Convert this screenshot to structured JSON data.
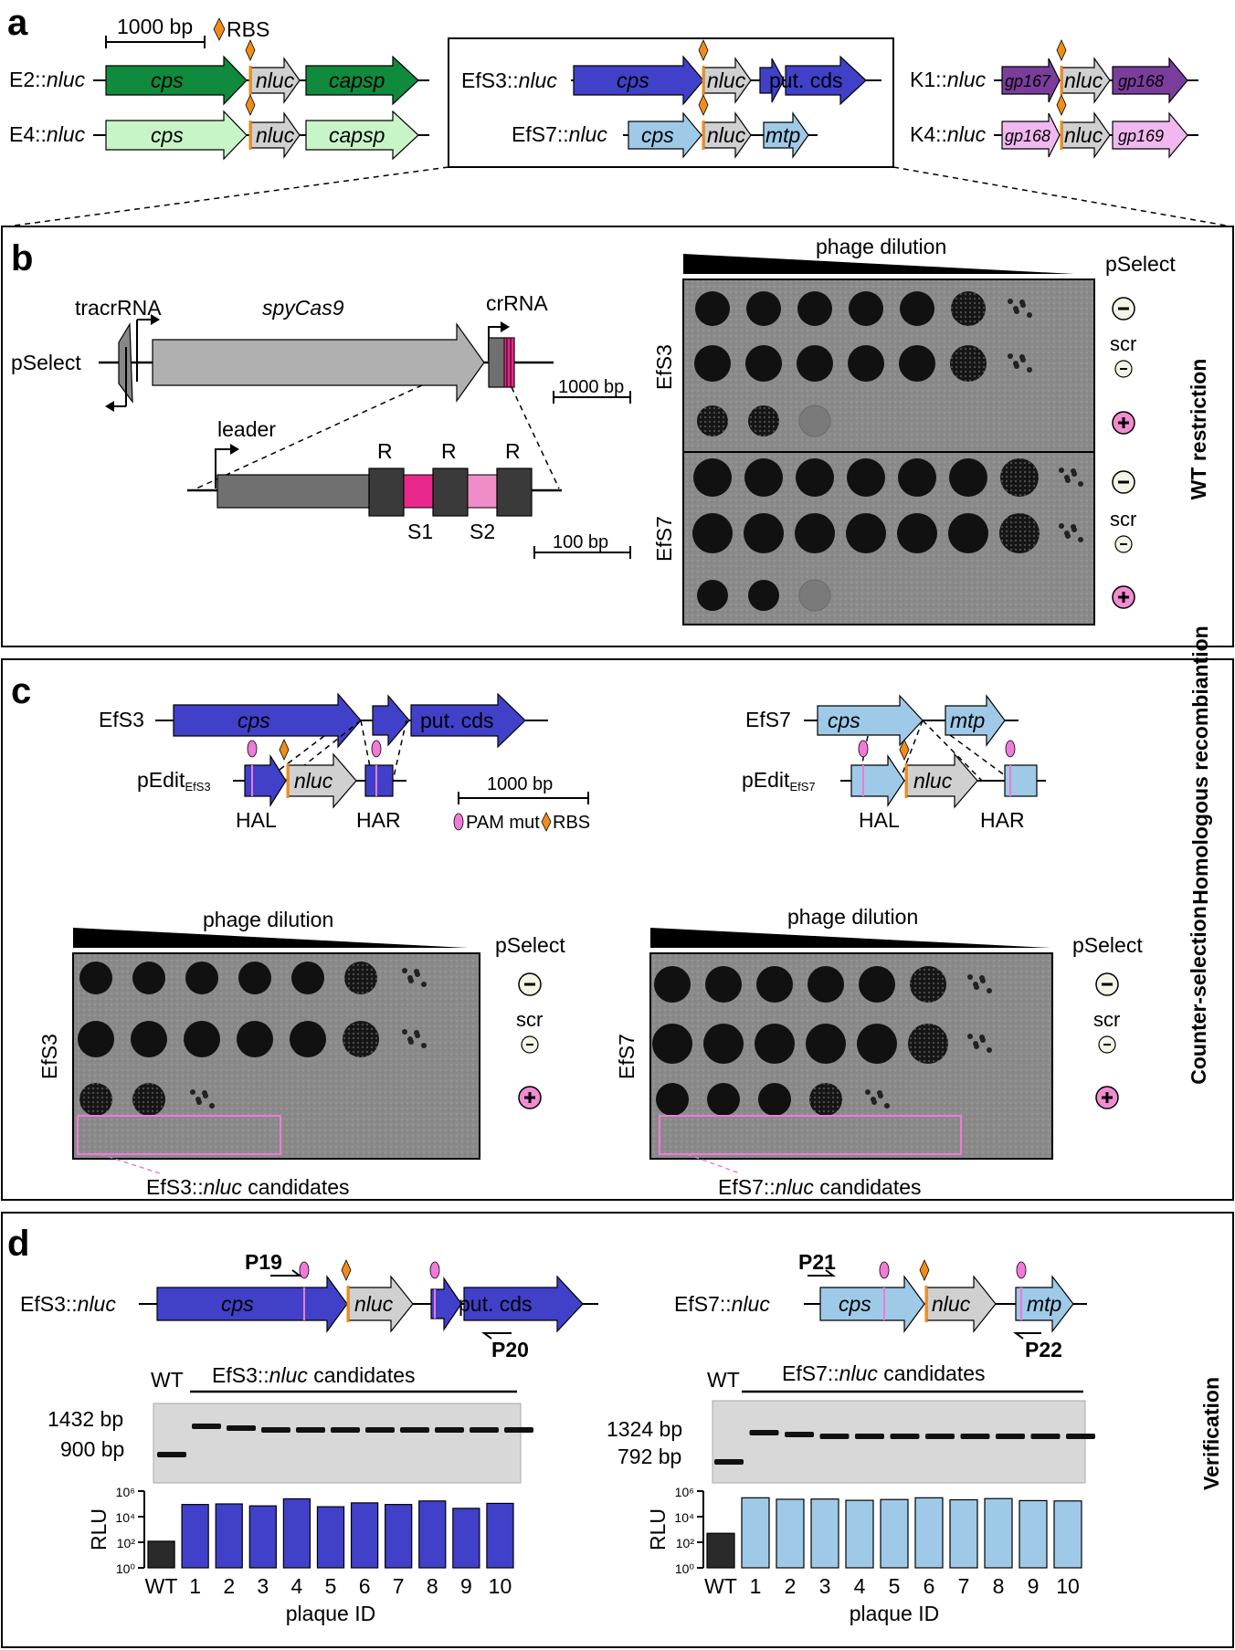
{
  "panels": {
    "a": "a",
    "b": "b",
    "c": "c",
    "d": "d"
  },
  "legend": {
    "scale_1000": "1000 bp",
    "scale_100": "100 bp",
    "rbs": "RBS",
    "pam": "PAM mut"
  },
  "constructs": {
    "e2": {
      "name": "E2::",
      "gene": "nluc"
    },
    "e4": {
      "name": "E4::",
      "gene": "nluc"
    },
    "efs3": {
      "name": "EfS3::",
      "gene": "nluc"
    },
    "efs7": {
      "name": "EfS7::",
      "gene": "nluc"
    },
    "k1": {
      "name": "K1::",
      "gene": "nluc"
    },
    "k4": {
      "name": "K4::",
      "gene": "nluc"
    }
  },
  "genes": {
    "cps": "cps",
    "nluc": "nluc",
    "capsp": "capsp",
    "putcds": "put. cds",
    "mtp": "mtp",
    "gp167": "gp167",
    "gp168": "gp168",
    "gp169": "gp169"
  },
  "panel_b": {
    "tracr": "tracrRNA",
    "cas9": "spyCas9",
    "crrna": "crRNA",
    "pselect": "pSelect",
    "leader": "leader",
    "r": "R",
    "s1": "S1",
    "s2": "S2",
    "phage_dilution": "phage dilution",
    "pselect_header": "pSelect",
    "rows": {
      "efs3": "EfS3",
      "efs7": "EfS7"
    },
    "conditions": {
      "minus": "−",
      "scr": "scr",
      "plus": "+"
    },
    "side": "WT restriction"
  },
  "panel_c": {
    "efs3": "EfS3",
    "efs7": "EfS7",
    "pedit": "pEdit",
    "sub3": "EfS3",
    "sub7": "EfS7",
    "hal": "HAL",
    "har": "HAR",
    "side_top": "Homologous recombiantion",
    "side_bottom": "Counter-selection",
    "phage_dilution": "phage dilution",
    "pselect": "pSelect",
    "cand3_prefix": "EfS3::",
    "cand3_suffix": " candidates",
    "cand7_prefix": "EfS7::",
    "cand7_suffix": " candidates"
  },
  "panel_d": {
    "primers": {
      "p19": "P19",
      "p20": "P20",
      "p21": "P21",
      "p22": "P22"
    },
    "wt": "WT",
    "gel3": {
      "title_prefix": "EfS3::",
      "title_suffix": " candidates",
      "band_hi": "1432 bp",
      "band_lo": "900 bp"
    },
    "gel7": {
      "title_prefix": "EfS7::",
      "title_suffix": " candidates",
      "band_hi": "1324 bp",
      "band_lo": "792 bp"
    },
    "side": "Verification",
    "ylabel": "RLU",
    "xlabel": "plaque ID"
  },
  "colors": {
    "efs3": "#4040c8",
    "efs7": "#9ecae8",
    "nluc": "#d0d0d0",
    "e2": "#108a3c",
    "e4": "#c8f5c8",
    "k1": "#7a3d9c",
    "k4": "#f0b8ef",
    "rbs": "#f08c1a",
    "pam": "#f07ad8",
    "s1": "#e8288c",
    "s2": "#f08cc8"
  },
  "chart_data": [
    {
      "type": "bar",
      "title": "",
      "xlabel": "plaque ID",
      "ylabel": "RLU",
      "yscale": "log",
      "ylim": [
        1,
        1000000
      ],
      "yticks": [
        "10⁰",
        "10²",
        "10⁴",
        "10⁶"
      ],
      "categories": [
        "WT",
        "1",
        "2",
        "3",
        "4",
        "5",
        "6",
        "7",
        "8",
        "9",
        "10"
      ],
      "values": [
        120,
        90000,
        100000,
        70000,
        250000,
        60000,
        120000,
        90000,
        170000,
        45000,
        110000
      ],
      "colors": [
        "#2a2a2a",
        "#4040c8",
        "#4040c8",
        "#4040c8",
        "#4040c8",
        "#4040c8",
        "#4040c8",
        "#4040c8",
        "#4040c8",
        "#4040c8",
        "#4040c8"
      ]
    },
    {
      "type": "bar",
      "title": "",
      "xlabel": "plaque ID",
      "ylabel": "RLU",
      "yscale": "log",
      "ylim": [
        1,
        1000000
      ],
      "yticks": [
        "10⁰",
        "10²",
        "10⁴",
        "10⁶"
      ],
      "categories": [
        "WT",
        "1",
        "2",
        "3",
        "4",
        "5",
        "6",
        "7",
        "8",
        "9",
        "10"
      ],
      "values": [
        500,
        300000,
        230000,
        240000,
        190000,
        220000,
        300000,
        210000,
        260000,
        180000,
        170000
      ],
      "colors": [
        "#2a2a2a",
        "#9ecae8",
        "#9ecae8",
        "#9ecae8",
        "#9ecae8",
        "#9ecae8",
        "#9ecae8",
        "#9ecae8",
        "#9ecae8",
        "#9ecae8",
        "#9ecae8"
      ]
    }
  ]
}
